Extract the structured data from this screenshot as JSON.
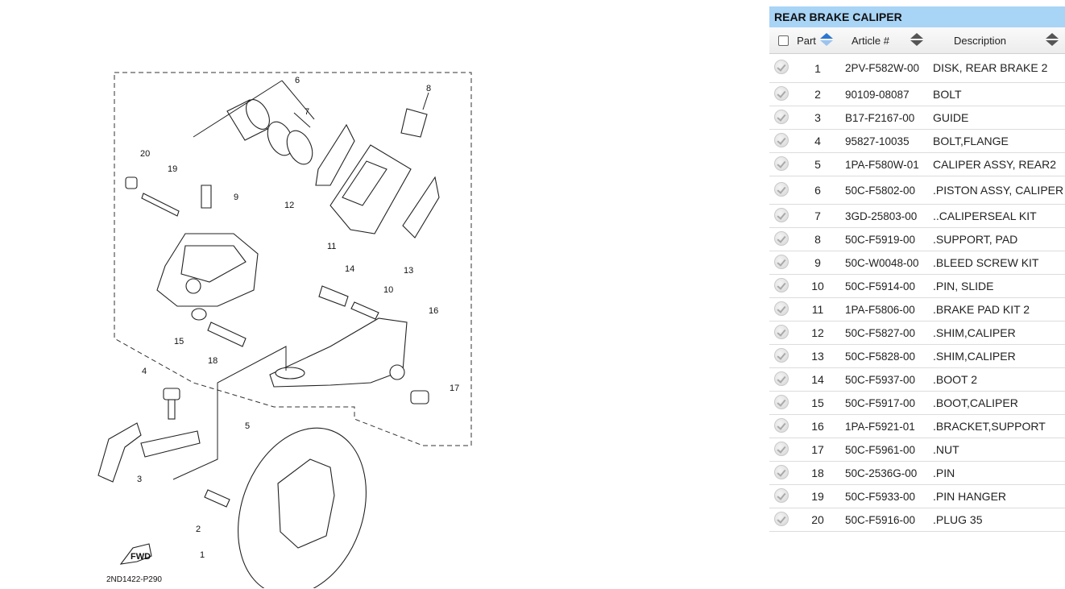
{
  "diagram": {
    "code": "2ND1422-P290",
    "fwd_label": "FWD",
    "callouts": [
      "1",
      "2",
      "3",
      "4",
      "5",
      "6",
      "7",
      "8",
      "9",
      "10",
      "11",
      "12",
      "13",
      "14",
      "15",
      "16",
      "17",
      "18",
      "19",
      "20"
    ]
  },
  "panel": {
    "title": "REAR BRAKE CALIPER",
    "columns": {
      "part": "Part",
      "article": "Article #",
      "description": "Description"
    }
  },
  "rows": [
    {
      "part": "1",
      "article": "2PV-F582W-00",
      "description": "DISK, REAR BRAKE 2"
    },
    {
      "part": "2",
      "article": "90109-08087",
      "description": "BOLT"
    },
    {
      "part": "3",
      "article": "B17-F2167-00",
      "description": "GUIDE"
    },
    {
      "part": "4",
      "article": "95827-10035",
      "description": "BOLT,FLANGE"
    },
    {
      "part": "5",
      "article": "1PA-F580W-01",
      "description": "CALIPER ASSY, REAR2"
    },
    {
      "part": "6",
      "article": "50C-F5802-00",
      "description": ".PISTON ASSY, CALIPER"
    },
    {
      "part": "7",
      "article": "3GD-25803-00",
      "description": "..CALIPERSEAL KIT"
    },
    {
      "part": "8",
      "article": "50C-F5919-00",
      "description": ".SUPPORT, PAD"
    },
    {
      "part": "9",
      "article": "50C-W0048-00",
      "description": ".BLEED SCREW KIT"
    },
    {
      "part": "10",
      "article": "50C-F5914-00",
      "description": ".PIN, SLIDE"
    },
    {
      "part": "11",
      "article": "1PA-F5806-00",
      "description": ".BRAKE PAD KIT 2"
    },
    {
      "part": "12",
      "article": "50C-F5827-00",
      "description": ".SHIM,CALIPER"
    },
    {
      "part": "13",
      "article": "50C-F5828-00",
      "description": ".SHIM,CALIPER"
    },
    {
      "part": "14",
      "article": "50C-F5937-00",
      "description": ".BOOT 2"
    },
    {
      "part": "15",
      "article": "50C-F5917-00",
      "description": ".BOOT,CALIPER"
    },
    {
      "part": "16",
      "article": "1PA-F5921-01",
      "description": ".BRACKET,SUPPORT"
    },
    {
      "part": "17",
      "article": "50C-F5961-00",
      "description": ".NUT"
    },
    {
      "part": "18",
      "article": "50C-2536G-00",
      "description": ".PIN"
    },
    {
      "part": "19",
      "article": "50C-F5933-00",
      "description": ".PIN HANGER"
    },
    {
      "part": "20",
      "article": "50C-F5916-00",
      "description": ".PLUG 35"
    }
  ],
  "colors": {
    "header_bg": "#a8d4f6",
    "sort_active": "#2a76d2"
  }
}
